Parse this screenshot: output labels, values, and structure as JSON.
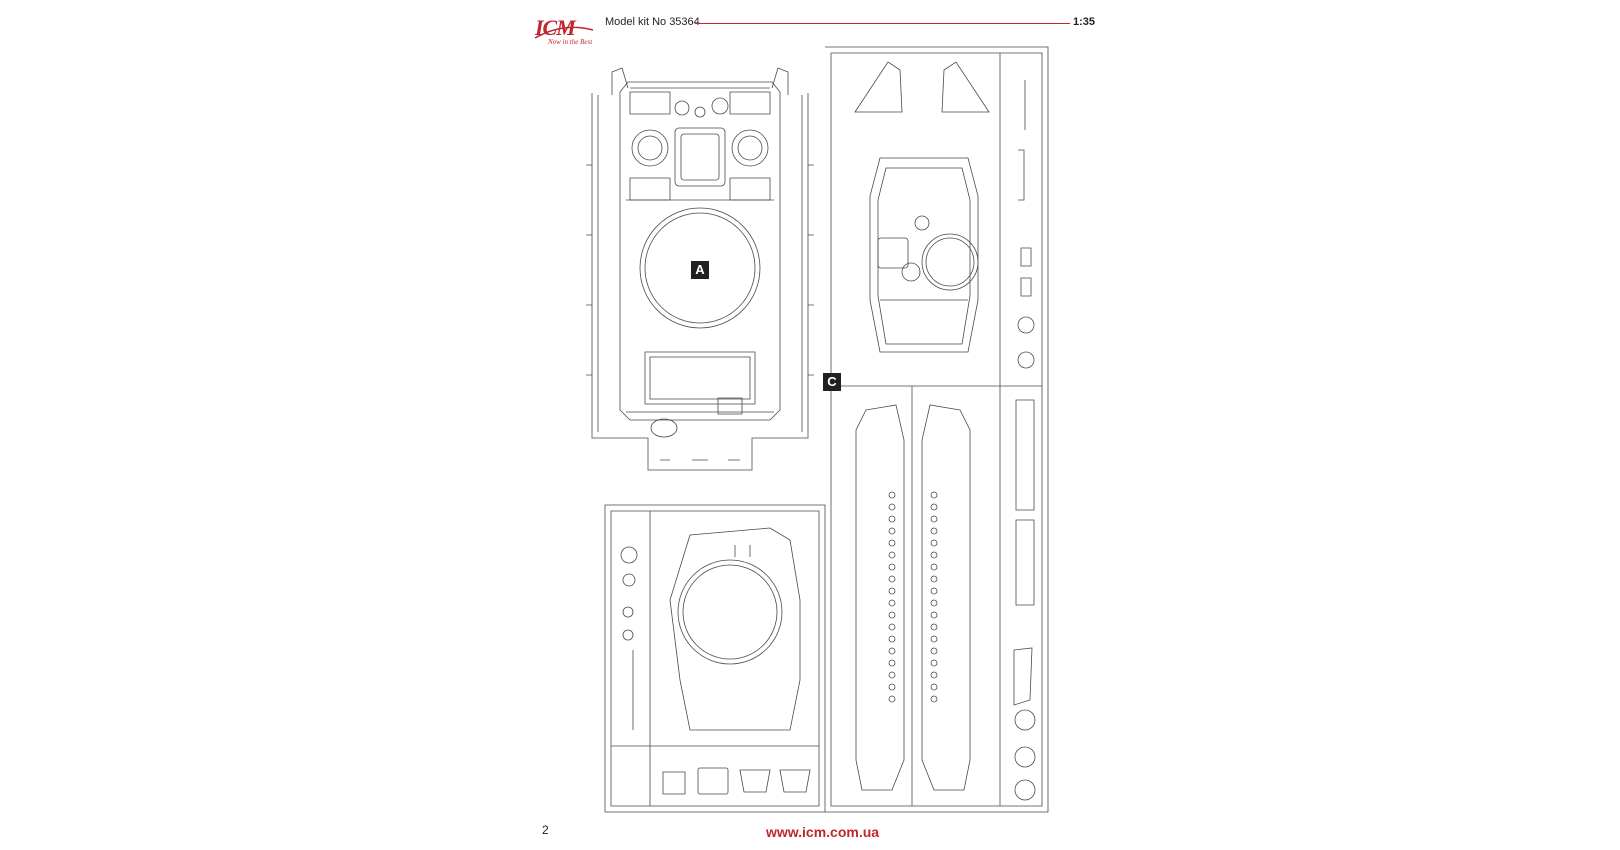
{
  "header": {
    "brand": "ICM",
    "tagline": "Now in the Best",
    "kit_label": "Model kit No 35364",
    "scale": "1:35"
  },
  "sprues": [
    {
      "id": "A",
      "label": "A"
    },
    {
      "id": "C",
      "label": "C"
    }
  ],
  "footer": {
    "page_number": "2",
    "website": "www.icm.com.ua"
  },
  "colors": {
    "accent": "#c0262d",
    "ink": "#231f20"
  }
}
